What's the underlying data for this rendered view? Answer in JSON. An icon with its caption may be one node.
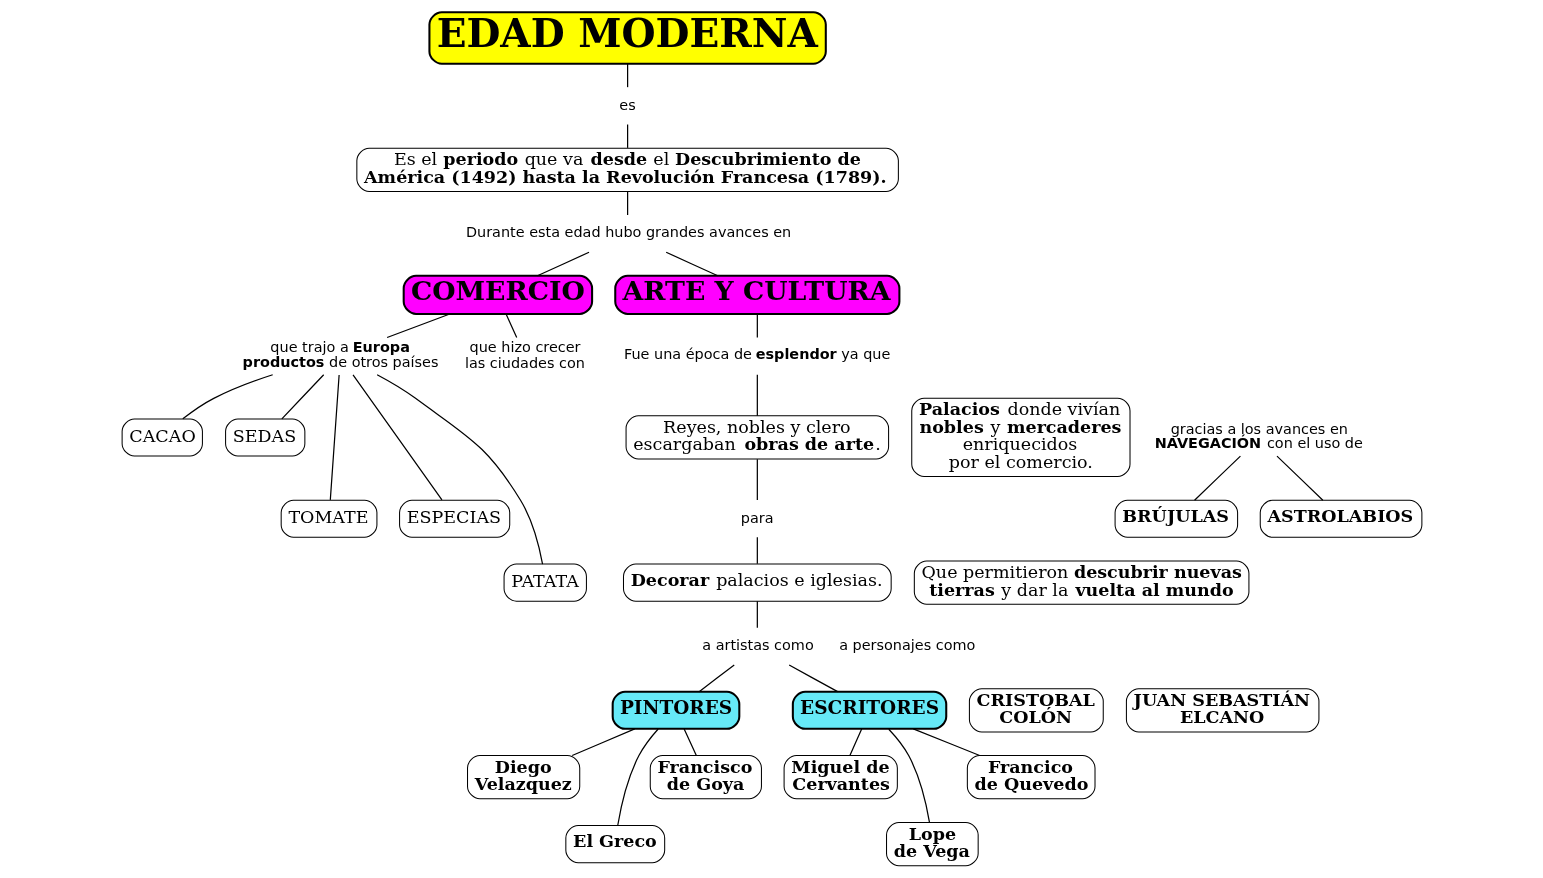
{
  "diagram": {
    "nodes": [
      {
        "text": [
          "EDAD MODERNA"
        ]
      },
      {
        "text": [
          "es"
        ]
      },
      {
        "text": [
          "Es el **periodo** que va **desde** el **Descubrimiento de América (1492) hasta la Revolución Francesa (1789).**"
        ]
      },
      {
        "text": [
          "Durante esta edad hubo grandes avances en"
        ]
      },
      {
        "text": [
          "COMERCIO"
        ]
      },
      {
        "text": [
          "ARTE Y CULTURA"
        ]
      },
      {
        "text": [
          "que trajo a **Europa productos** de otros países"
        ]
      },
      {
        "text": [
          "CACAO"
        ]
      },
      {
        "text": [
          "SEDAS"
        ]
      },
      {
        "text": [
          "TOMATE"
        ]
      },
      {
        "text": [
          "ESPECIAS"
        ]
      },
      {
        "text": [
          "PATATA"
        ]
      },
      {
        "text": [
          "que hizo crecer las ciudades con"
        ]
      },
      {
        "text": [
          "**Palacios** donde vivían **nobles** y **mercaderes** enriquecidos por el comercio."
        ]
      },
      {
        "text": [
          "gracias a los avances en **NAVEGACIÓN** con el uso de"
        ]
      },
      {
        "text": [
          "BRÚJULAS"
        ]
      },
      {
        "text": [
          "ASTROLABIOS"
        ]
      },
      {
        "text": [
          "Que permitieron **descubrir nuevas tierras** y dar la **vuelta al mundo**"
        ]
      },
      {
        "text": [
          "a personajes como"
        ]
      },
      {
        "text": [
          "CRISTOBAL COLÓN"
        ]
      },
      {
        "text": [
          "JUAN SEBASTIÁN ELCANO"
        ]
      },
      {
        "text": [
          "Fue una época de **esplendor** ya que"
        ]
      },
      {
        "text": [
          "Reyes, nobles y clero escargaban **obras de arte**."
        ]
      },
      {
        "text": [
          "para"
        ]
      },
      {
        "text": [
          "**Decorar** palacios e iglesias."
        ]
      },
      {
        "text": [
          "a artistas como"
        ]
      },
      {
        "text": [
          "PINTORES"
        ]
      },
      {
        "text": [
          "ESCRITORES"
        ]
      },
      {
        "text": [
          "Diego Velazquez"
        ]
      },
      {
        "text": [
          "El Greco"
        ]
      },
      {
        "text": [
          "Francisco de Goya"
        ]
      },
      {
        "text": [
          "Miguel de Cervantes"
        ]
      },
      {
        "text": [
          "Lope de Vega"
        ]
      },
      {
        "text": [
          "Francico de Quevedo"
        ]
      }
    ],
    "edges": [
      {
        "from": 0,
        "to": 1,
        "arrow": "none"
      },
      {
        "from": 1,
        "to": 2,
        "arrow": "none"
      },
      {
        "from": 2,
        "to": 3,
        "arrow": "none"
      },
      {
        "from": 3,
        "to": 4,
        "arrow": "none"
      },
      {
        "from": 3,
        "to": 5,
        "arrow": "none"
      },
      {
        "from": 4,
        "to": 6,
        "arrow": "none"
      },
      {
        "from": 4,
        "to": 12,
        "arrow": "none"
      },
      {
        "from": 6,
        "to": 7,
        "arrow": "none"
      },
      {
        "from": 6,
        "to": 8,
        "arrow": "none"
      },
      {
        "from": 6,
        "to": 9,
        "arrow": "none"
      },
      {
        "from": 6,
        "to": 10,
        "arrow": "none"
      },
      {
        "from": 6,
        "to": 11,
        "arrow": "none"
      },
      {
        "from": 14,
        "to": 15,
        "arrow": "none"
      },
      {
        "from": 14,
        "to": 16,
        "arrow": "none"
      },
      {
        "from": 5,
        "to": 21,
        "arrow": "none"
      },
      {
        "from": 21,
        "to": 22,
        "arrow": "none"
      },
      {
        "from": 22,
        "to": 23,
        "arrow": "none"
      },
      {
        "from": 23,
        "to": 24,
        "arrow": "none"
      },
      {
        "from": 24,
        "to": 25,
        "arrow": "none"
      },
      {
        "from": 25,
        "to": 26,
        "arrow": "none"
      },
      {
        "from": 25,
        "to": 27,
        "arrow": "none"
      },
      {
        "from": 26,
        "to": 28,
        "arrow": "none"
      },
      {
        "from": 26,
        "to": 29,
        "arrow": "none"
      },
      {
        "from": 26,
        "to": 30,
        "arrow": "none"
      },
      {
        "from": 27,
        "to": 31,
        "arrow": "none"
      },
      {
        "from": 27,
        "to": 32,
        "arrow": "none"
      },
      {
        "from": 27,
        "to": 33,
        "arrow": "none"
      }
    ]
  }
}
